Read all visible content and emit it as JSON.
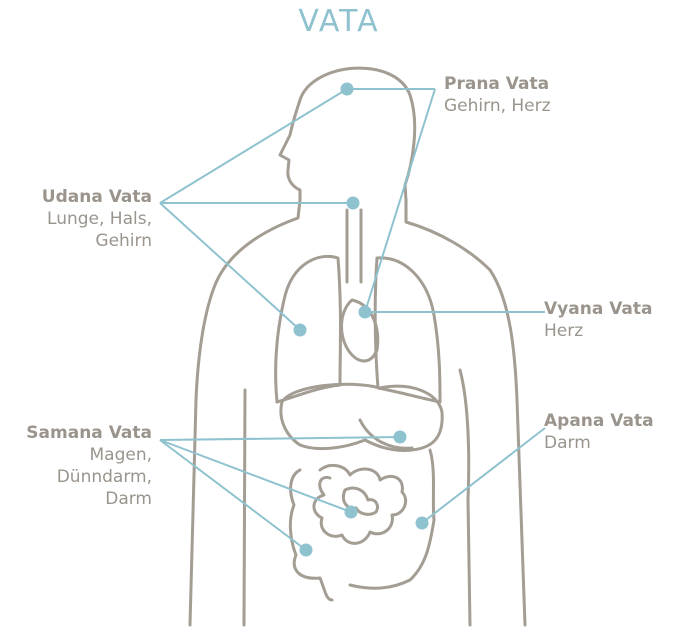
{
  "title": "VATA",
  "colors": {
    "accent": "#8fc2cf",
    "outline": "#a39d94",
    "text": "#9a948c"
  },
  "labels": {
    "prana": {
      "name": "Prana Vata",
      "organs": [
        "Gehirn, Herz"
      ]
    },
    "udana": {
      "name": "Udana Vata",
      "organs": [
        "Lunge, Hals,",
        "Gehirn"
      ]
    },
    "vyana": {
      "name": "Vyana Vata",
      "organs": [
        "Herz"
      ]
    },
    "samana": {
      "name": "Samana Vata",
      "organs": [
        "Magen,",
        "Dünndarm,",
        "Darm"
      ]
    },
    "apana": {
      "name": "Apana Vata",
      "organs": [
        "Darm"
      ]
    }
  }
}
